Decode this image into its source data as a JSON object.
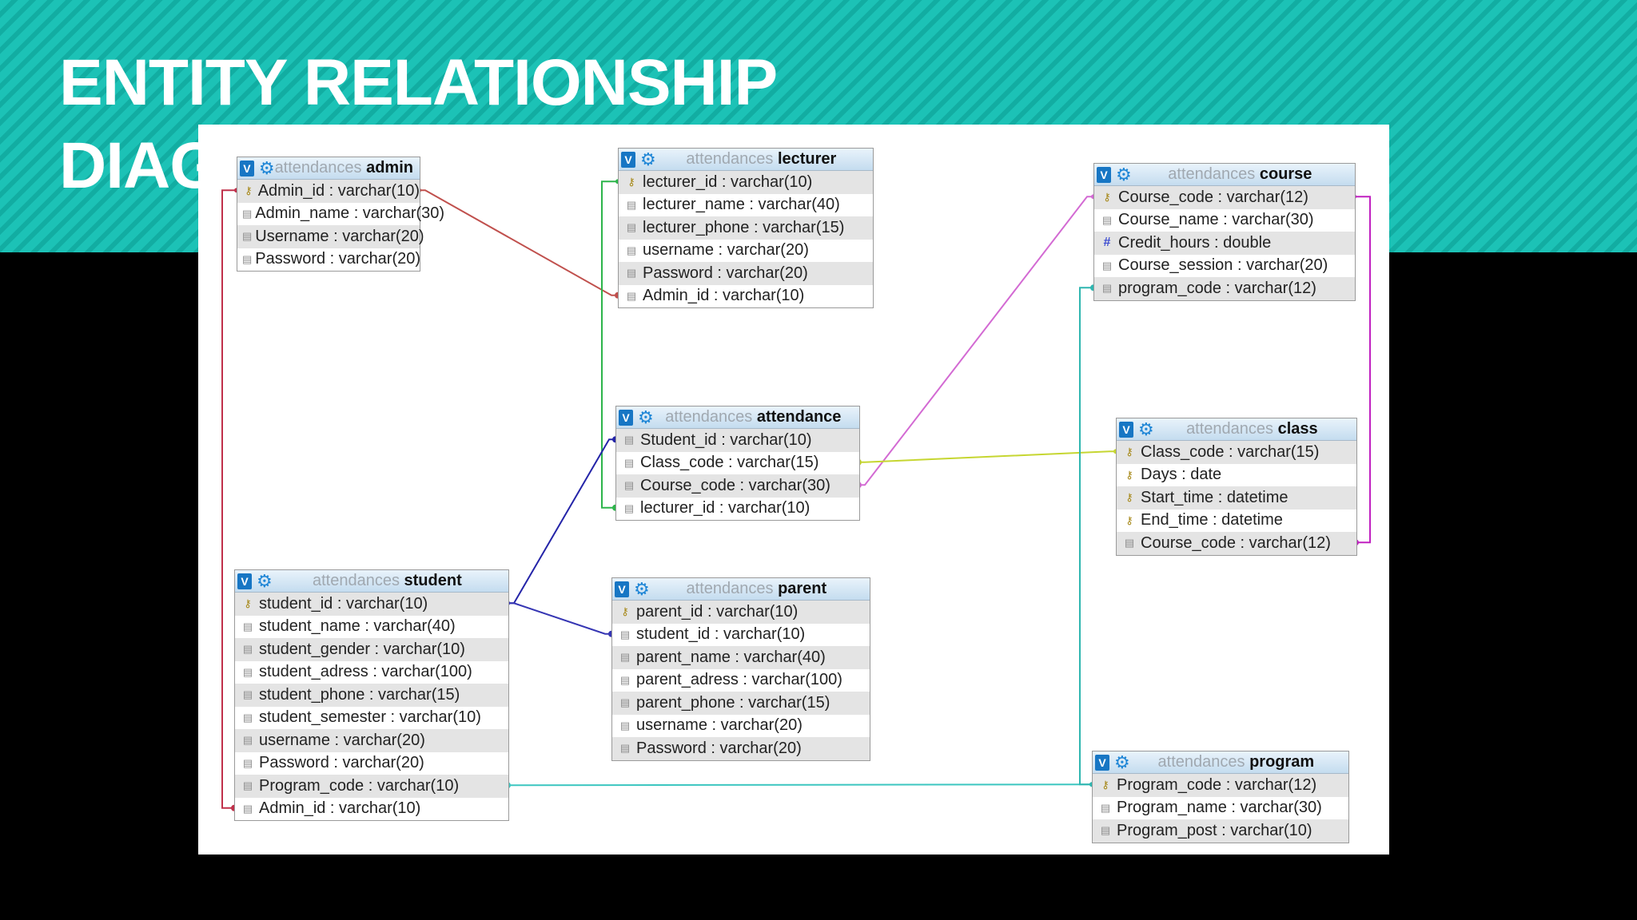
{
  "slide": {
    "title_line1": "ENTITY RELATIONSHIP",
    "title_line2": "DIAG"
  },
  "icons": {
    "table_toggle": "v-toggle-icon",
    "table_settings": "gear-icon",
    "primary_key": "key-icon",
    "column": "column-icon",
    "numeric_column": "hash-icon"
  },
  "colors": {
    "banner": "#1cc2b6",
    "background": "#000000",
    "panel": "#ffffff",
    "header": "#c4dcef"
  },
  "tables": {
    "admin": {
      "db": "attendances",
      "name": "admin",
      "v": "V",
      "fields": [
        {
          "text": "Admin_id : varchar(10)",
          "icon": "key"
        },
        {
          "text": "Admin_name : varchar(30)",
          "icon": "col"
        },
        {
          "text": "Username : varchar(20)",
          "icon": "col"
        },
        {
          "text": "Password : varchar(20)",
          "icon": "col"
        }
      ]
    },
    "lecturer": {
      "db": "attendances",
      "name": "lecturer",
      "v": "V",
      "fields": [
        {
          "text": "lecturer_id : varchar(10)",
          "icon": "key"
        },
        {
          "text": "lecturer_name : varchar(40)",
          "icon": "col"
        },
        {
          "text": "lecturer_phone : varchar(15)",
          "icon": "col"
        },
        {
          "text": "username : varchar(20)",
          "icon": "col"
        },
        {
          "text": "Password : varchar(20)",
          "icon": "col"
        },
        {
          "text": "Admin_id : varchar(10)",
          "icon": "col"
        }
      ]
    },
    "course": {
      "db": "attendances",
      "name": "course",
      "v": "V",
      "fields": [
        {
          "text": "Course_code : varchar(12)",
          "icon": "key"
        },
        {
          "text": "Course_name : varchar(30)",
          "icon": "col"
        },
        {
          "text": "Credit_hours : double",
          "icon": "num"
        },
        {
          "text": "Course_session : varchar(20)",
          "icon": "col"
        },
        {
          "text": "program_code : varchar(12)",
          "icon": "col"
        }
      ]
    },
    "attendance": {
      "db": "attendances",
      "name": "attendance",
      "v": "V",
      "fields": [
        {
          "text": "Student_id : varchar(10)",
          "icon": "col"
        },
        {
          "text": "Class_code : varchar(15)",
          "icon": "col"
        },
        {
          "text": "Course_code : varchar(30)",
          "icon": "col"
        },
        {
          "text": "lecturer_id : varchar(10)",
          "icon": "col"
        }
      ]
    },
    "class": {
      "db": "attendances",
      "name": "class",
      "v": "V",
      "fields": [
        {
          "text": "Class_code : varchar(15)",
          "icon": "key"
        },
        {
          "text": "Days : date",
          "icon": "key"
        },
        {
          "text": "Start_time : datetime",
          "icon": "key"
        },
        {
          "text": "End_time : datetime",
          "icon": "key"
        },
        {
          "text": "Course_code : varchar(12)",
          "icon": "col"
        }
      ]
    },
    "student": {
      "db": "attendances",
      "name": "student",
      "v": "V",
      "fields": [
        {
          "text": "student_id : varchar(10)",
          "icon": "key"
        },
        {
          "text": "student_name : varchar(40)",
          "icon": "col"
        },
        {
          "text": "student_gender : varchar(10)",
          "icon": "col"
        },
        {
          "text": "student_adress : varchar(100)",
          "icon": "col"
        },
        {
          "text": "student_phone : varchar(15)",
          "icon": "col"
        },
        {
          "text": "student_semester : varchar(10)",
          "icon": "col"
        },
        {
          "text": "username : varchar(20)",
          "icon": "col"
        },
        {
          "text": "Password : varchar(20)",
          "icon": "col"
        },
        {
          "text": "Program_code : varchar(10)",
          "icon": "col"
        },
        {
          "text": "Admin_id : varchar(10)",
          "icon": "col"
        }
      ]
    },
    "parent": {
      "db": "attendances",
      "name": "parent",
      "v": "V",
      "fields": [
        {
          "text": "parent_id : varchar(10)",
          "icon": "key"
        },
        {
          "text": "student_id : varchar(10)",
          "icon": "col"
        },
        {
          "text": "parent_name : varchar(40)",
          "icon": "col"
        },
        {
          "text": "parent_adress : varchar(100)",
          "icon": "col"
        },
        {
          "text": "parent_phone : varchar(15)",
          "icon": "col"
        },
        {
          "text": "username : varchar(20)",
          "icon": "col"
        },
        {
          "text": "Password : varchar(20)",
          "icon": "col"
        }
      ]
    },
    "program": {
      "db": "attendances",
      "name": "program",
      "v": "V",
      "fields": [
        {
          "text": "Program_code : varchar(12)",
          "icon": "key"
        },
        {
          "text": "Program_name : varchar(30)",
          "icon": "col"
        },
        {
          "text": "Program_post : varchar(10)",
          "icon": "col"
        }
      ]
    }
  },
  "relationships": [
    {
      "from": "lecturer.Admin_id",
      "to": "admin.Admin_id",
      "color": "#c0504d"
    },
    {
      "from": "student.Admin_id",
      "to": "admin.Admin_id",
      "color": "#c0304a"
    },
    {
      "from": "attendance.lecturer_id",
      "to": "lecturer.lecturer_id",
      "color": "#2db54b"
    },
    {
      "from": "attendance.Course_code",
      "to": "course.Course_code",
      "color": "#d36ad3"
    },
    {
      "from": "attendance.Class_code",
      "to": "class.Class_code",
      "color": "#c6d631"
    },
    {
      "from": "attendance.Student_id",
      "to": "student.student_id",
      "color": "#2424a8"
    },
    {
      "from": "parent.student_id",
      "to": "student.student_id",
      "color": "#3535b3"
    },
    {
      "from": "class.Course_code",
      "to": "course.Course_code",
      "color": "#c020c0"
    },
    {
      "from": "student.Program_code",
      "to": "program.Program_code",
      "color": "#3cc6c0"
    },
    {
      "from": "course.program_code",
      "to": "program.Program_code",
      "color": "#2fb6b0"
    }
  ]
}
